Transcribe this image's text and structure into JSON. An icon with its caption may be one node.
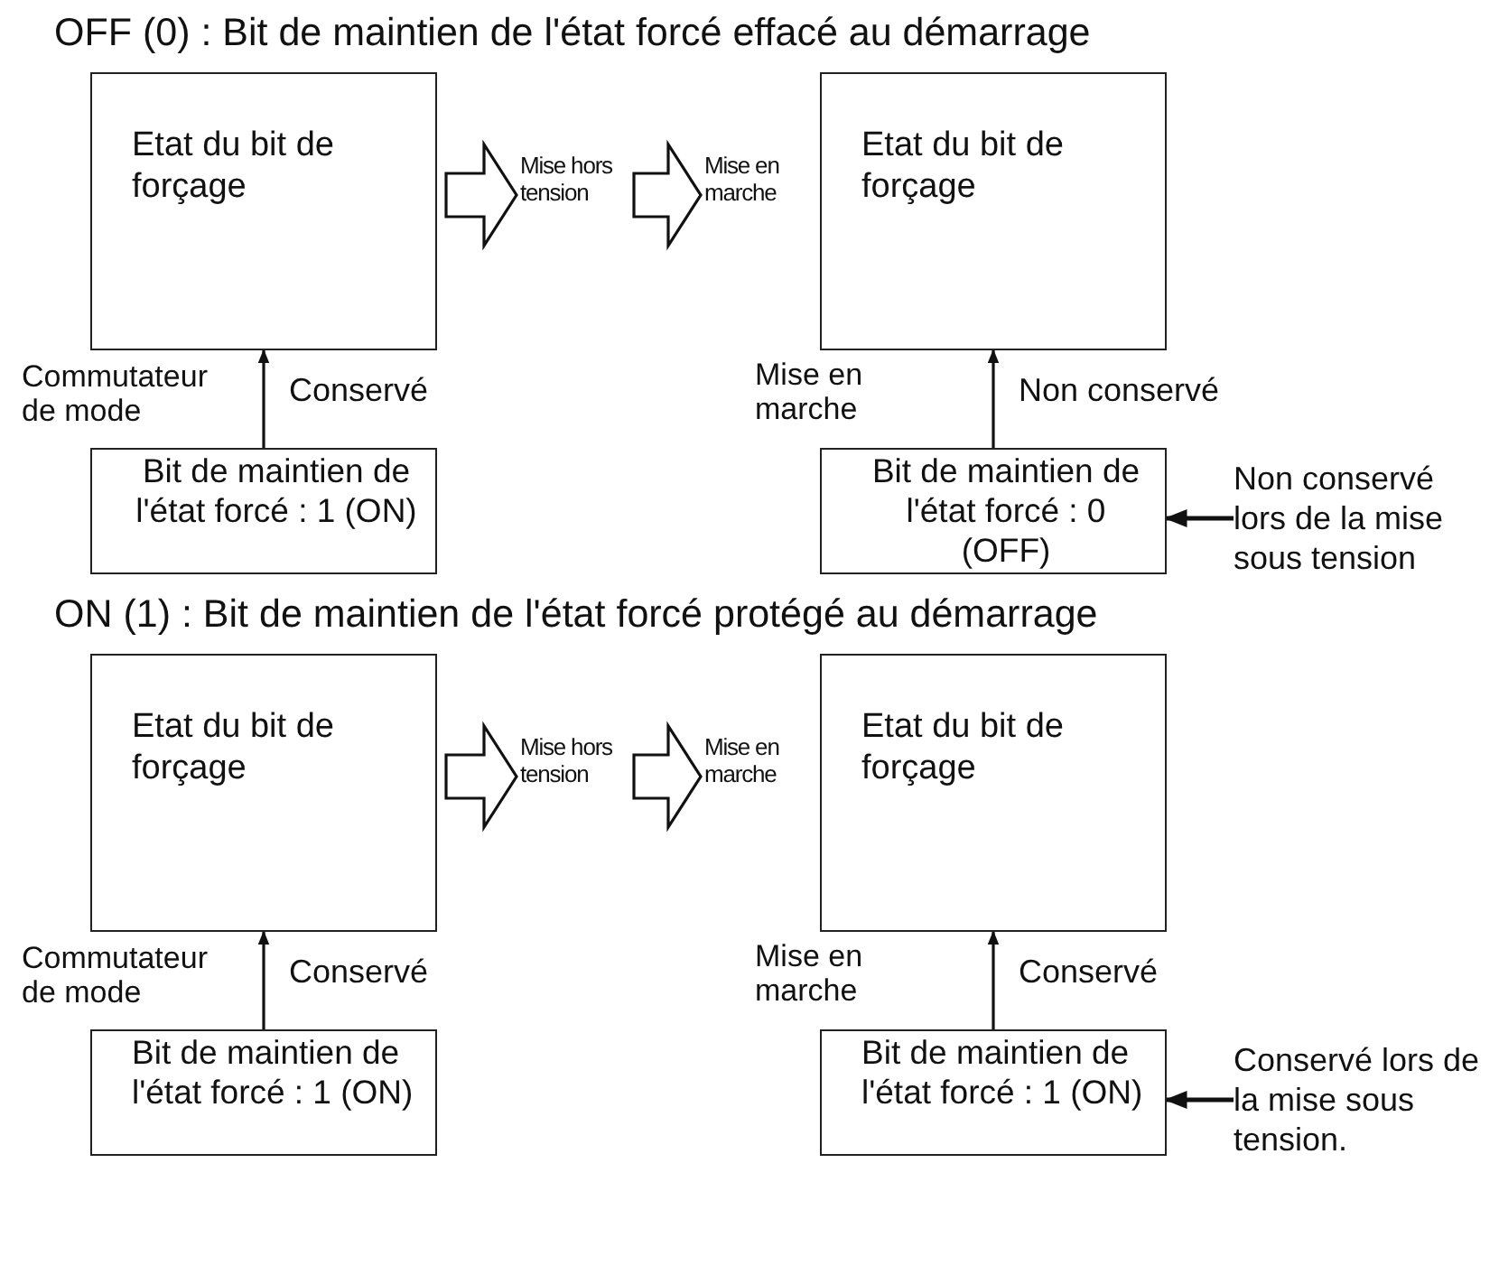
{
  "diagram": {
    "nodes": [
      {
        "text": [
          "Etat du bit de forçage"
        ]
      },
      {
        "text": [
          "Mise hors tension"
        ]
      },
      {
        "text": [
          "Mise en marche"
        ]
      },
      {
        "text": [
          "Etat du bit de forçage"
        ]
      },
      {
        "text": [
          "Bit de maintien de l'état forcé : 1 (ON)"
        ]
      },
      {
        "text": [
          "Bit de maintien de l'état forcé : 0 (OFF)"
        ]
      },
      {
        "text": [
          "Non conservé lors de la mise sous tension"
        ]
      },
      {
        "text": [
          "Etat du bit de forçage"
        ]
      },
      {
        "text": [
          "Mise hors tension"
        ]
      },
      {
        "text": [
          "Mise en marche"
        ]
      },
      {
        "text": [
          "Etat du bit de forçage"
        ]
      },
      {
        "text": [
          "Bit de maintien de l'état forcé : 1 (ON)"
        ]
      },
      {
        "text": [
          "Bit de maintien de l'état forcé : 1 (ON)"
        ]
      },
      {
        "text": [
          "Conservé lors de la mise sous tension."
        ]
      }
    ],
    "edges": [
      {
        "from": 0,
        "to": 1,
        "arrow": "to",
        "style": "thick"
      },
      {
        "from": 1,
        "to": 2,
        "arrow": "to",
        "style": "thick"
      },
      {
        "from": 4,
        "to": 0,
        "arrow": "to",
        "label": "Conservé"
      },
      {
        "from": 5,
        "to": 3,
        "arrow": "to",
        "label": "Non conservé"
      },
      {
        "from": 6,
        "to": 5,
        "arrow": "to"
      },
      {
        "from": 7,
        "to": 8,
        "arrow": "to",
        "style": "thick"
      },
      {
        "from": 8,
        "to": 9,
        "arrow": "to",
        "style": "thick"
      },
      {
        "from": 11,
        "to": 7,
        "arrow": "to",
        "label": "Conservé"
      },
      {
        "from": 12,
        "to": 10,
        "arrow": "to",
        "label": "Conservé"
      },
      {
        "from": 13,
        "to": 12,
        "arrow": "to"
      }
    ],
    "labels": [
      "OFF (0) : Bit de maintien de l'état forcé effacé au démarrage",
      "Commutateur de mode",
      "Mise en marche",
      "ON (1) : Bit de maintien de l'état forcé protégé au démarrage",
      "Commutateur de mode",
      "Mise en marche"
    ]
  }
}
